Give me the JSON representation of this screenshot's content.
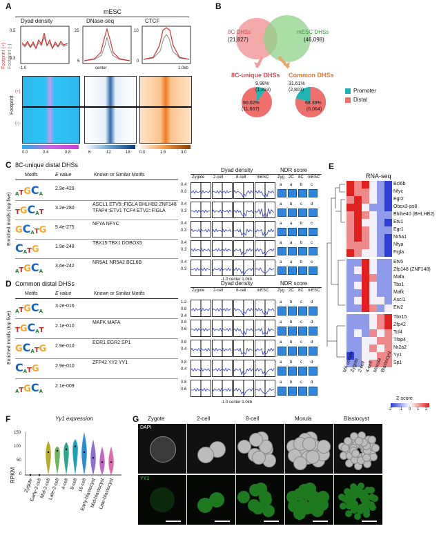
{
  "panelA": {
    "letter": "A",
    "group": "mESC",
    "profiles": [
      "Dyad density",
      "DNase-seq",
      "CTCF"
    ],
    "legend_plus": "Footprint (+)",
    "legend_minus": "Footprint (-)",
    "axis_left": "-1.0",
    "axis_center": "center",
    "axis_right": "1.0kb",
    "yticks_dyad": [
      "0.5",
      "0.3"
    ],
    "yticks_dnase": [
      "25",
      "5"
    ],
    "yticks_ctcf": [
      "10",
      "0"
    ],
    "footprint_label": "Footprint",
    "plus": "(+)",
    "minus": "(-)",
    "cb1": [
      "0.0",
      "0.4",
      "0.8"
    ],
    "cb2": [
      "6",
      "12",
      "18"
    ],
    "cb3": [
      "0.0",
      "1.5",
      "3.0"
    ]
  },
  "panelB": {
    "letter": "B",
    "c1_name": "8C DHSs",
    "c1_count": "(21,827)",
    "c2_name": "mESC DHSs",
    "c2_count": "(46,098)",
    "u_title": "8C-unique DHSs",
    "c_title": "Common DHSs",
    "u_prom_pct": "9.98%",
    "u_prom_n": "(1,293)",
    "u_dist_pct": "90.02%",
    "u_dist_n": "(11,667)",
    "c_prom_pct": "31.61%",
    "c_prom_n": "(2,803)",
    "c_dist_pct": "68.39%",
    "c_dist_n": "(6,064)",
    "legend_promoter": "Promoter",
    "legend_distal": "Distal",
    "colors": {
      "promoter": "#1fb5b5",
      "distal": "#ef6f6c"
    }
  },
  "panelC": {
    "letter": "C",
    "title": "8C-unique distal DHSs",
    "col_motifs": "Motifs",
    "col_evalue": "E value",
    "col_known": "Known or Similar Motifs",
    "side": "Enriched motifs (top five)",
    "rows": [
      {
        "e": "2.9e-429",
        "known": ""
      },
      {
        "e": "3.2e-280",
        "known": "ASCL1  ETV5::FIGLA BHLHB2 ZNF148  TFAP4::ETV1 TCF4   ETV2::FIGLA"
      },
      {
        "e": "5.4e-275",
        "known": "NFYA NFYC"
      },
      {
        "e": "1.9e-248",
        "known": "TBX15 TBX1 DOBOX5"
      },
      {
        "e": "3.6e-242",
        "known": "NR5A1 NR5A2 BCL6B"
      }
    ],
    "dyad_title": "Dyad density",
    "stages": [
      "Zygote",
      "2-cell",
      "8-cell",
      "mESC"
    ],
    "ndr_title": "NDR score",
    "ndr_stages": [
      "Zyg",
      "2C",
      "8C",
      "mESC"
    ],
    "axis": "-1.0 center 1.0kb",
    "letters": [
      [
        "a",
        "a",
        "b",
        "c"
      ],
      [
        "a",
        "b",
        "c",
        "d"
      ],
      [
        "a",
        "a",
        "b",
        "c"
      ],
      [
        "a",
        "a",
        "b",
        "c"
      ],
      [
        "a",
        "a",
        "b",
        "c"
      ]
    ],
    "yticks": [
      [
        "0.4",
        "0.3"
      ],
      [
        "0.4",
        "0.3"
      ],
      [
        "0.4",
        "0.3"
      ],
      [
        "0.4",
        "0.3"
      ],
      [
        "0.4",
        "0.3"
      ]
    ]
  },
  "panelD": {
    "letter": "D",
    "title": "Common distal DHSs",
    "col_motifs": "Motifs",
    "col_evalue": "E value",
    "col_known": "Known or Similar Motifs",
    "side": "Enriched motifs (top five)",
    "rows": [
      {
        "e": "3.2e-016",
        "known": ""
      },
      {
        "e": "2.1e-010",
        "known": "MAFK MAFA"
      },
      {
        "e": "2.9e-010",
        "known": "EGR1 EGR2 SP1"
      },
      {
        "e": "2.9e-010",
        "known": "ZFP42 YY2 YY1"
      },
      {
        "e": "2.1e-009",
        "known": ""
      }
    ],
    "dyad_title": "Dyad density",
    "stages": [
      "Zygote",
      "2-cell",
      "8-cell",
      "mESC"
    ],
    "ndr_title": "NDR score",
    "ndr_stages": [
      "Zyg",
      "2C",
      "8C",
      "mESC"
    ],
    "axis": "-1.0 center 1.0kb",
    "letters": [
      [
        "a",
        "b",
        "c",
        "d"
      ],
      [
        "a",
        "b",
        "c",
        "d"
      ],
      [
        "a",
        "b",
        "c",
        "d"
      ],
      [
        "a",
        "b",
        "c",
        "d"
      ],
      [
        "a",
        "b",
        "c",
        "d"
      ]
    ],
    "yticks": [
      [
        "1.2",
        "0.8",
        "0.4"
      ],
      [
        "0.8",
        "0.6"
      ],
      [
        "0.8",
        "0.4"
      ],
      [
        "0.8",
        "0.4"
      ],
      [
        "0.8",
        "0.6"
      ]
    ]
  },
  "panelE": {
    "letter": "E",
    "title": "RNA-seq",
    "genes": [
      "Bcl6b",
      "Nfyc",
      "Egr2",
      "Obox3-ps8",
      "Bhlhe40 (BHLHB2)",
      "Etv1",
      "Egr1",
      "Nr5a1",
      "Nfya",
      "Figla",
      "Etv5",
      "Zfp148 (ZNF148)",
      "Mafa",
      "Tbx1",
      "Mafk",
      "Ascl1",
      "Etv2",
      "Tbx15",
      "Zfp42",
      "Tcf4",
      "Tfap4",
      "Nr2a2",
      "Yy1",
      "Sp1"
    ],
    "stages": [
      "MII oocyte",
      "Zygote",
      "2-cell",
      "4-cell",
      "Morula",
      "Blastocyst"
    ],
    "zscore_label": "Z-score",
    "zticks": [
      "-2",
      "-1",
      "0",
      "1",
      "2"
    ]
  },
  "panelF": {
    "letter": "F",
    "title": "Yy1 expression",
    "ylabel": "RPKM",
    "yticks": [
      "150",
      "100",
      "50",
      "0"
    ],
    "categories": [
      "Zygote",
      "Early-2-cell",
      "Mid-2-cell",
      "Late-2-cell",
      "4-cell",
      "8-cell",
      "16-cell",
      "Early-blastocyst",
      "Mid-blastocyst",
      "Late-blastocyst"
    ]
  },
  "panelG": {
    "letter": "G",
    "stages": [
      "Zygote",
      "2-cell",
      "8-cell",
      "Morula",
      "Blastocyst"
    ],
    "dapi": "DAPI",
    "yy1": "YY1"
  },
  "chart_data": [
    {
      "type": "violin",
      "title": "Yy1 expression",
      "ylabel": "RPKM",
      "ylim": [
        0,
        150
      ],
      "categories": [
        "Zygote",
        "Early-2-cell",
        "Mid-2-cell",
        "Late-2-cell",
        "4-cell",
        "8-cell",
        "16-cell",
        "Early-blastocyst",
        "Mid-blastocyst",
        "Late-blastocyst"
      ],
      "medians": [
        0,
        0,
        80,
        85,
        90,
        100,
        80,
        60,
        45,
        45
      ],
      "maxima": [
        2,
        2,
        120,
        100,
        115,
        125,
        150,
        125,
        100,
        100
      ],
      "colors": [
        "#9e9e9e",
        "#9e9e9e",
        "#b8a92a",
        "#6fb35c",
        "#2aa68f",
        "#1ea0b8",
        "#2e8bd1",
        "#8e6ad1",
        "#c266c4",
        "#e06aa8"
      ]
    },
    {
      "type": "pie",
      "title": "8C-unique DHSs",
      "categories": [
        "Promoter",
        "Distal"
      ],
      "values": [
        9.98,
        90.02
      ]
    },
    {
      "type": "pie",
      "title": "Common DHSs",
      "categories": [
        "Promoter",
        "Distal"
      ],
      "values": [
        31.61,
        68.39
      ]
    }
  ]
}
